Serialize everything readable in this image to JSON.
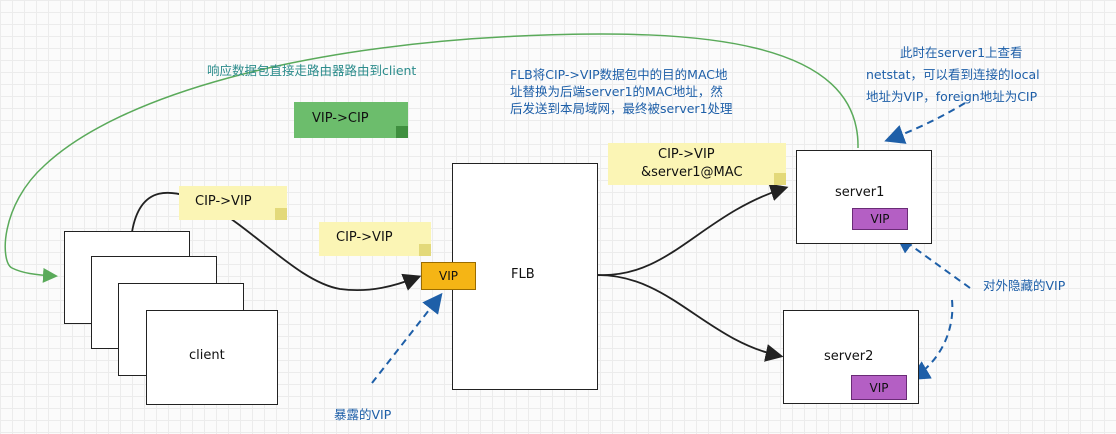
{
  "client": {
    "label": "client"
  },
  "flb": {
    "label": "FLB",
    "vip": "VIP"
  },
  "server1": {
    "label": "server1",
    "vip": "VIP"
  },
  "server2": {
    "label": "server2",
    "vip": "VIP"
  },
  "notes": {
    "vip_to_cip": "VIP->CIP",
    "cip_to_vip_1": "CIP->VIP",
    "cip_to_vip_2": "CIP->VIP",
    "cip_vip_mac_line1": "CIP->VIP",
    "cip_vip_mac_line2": "&server1@MAC"
  },
  "annotations": {
    "response_direct": "响应数据包直接走路由器路由到client",
    "flb_explain_1": "FLB将CIP->VIP数据包中的目的MAC地",
    "flb_explain_2": "址替换为后端server1的MAC地址，然",
    "flb_explain_3": "后发送到本局域网，最终被server1处理",
    "netstat_1": "此时在server1上查看",
    "netstat_2": "netstat，可以看到连接的local",
    "netstat_3": "地址为VIP，foreign地址为CIP",
    "hidden_vip": "对外隐藏的VIP",
    "exposed_vip": "暴露的VIP"
  },
  "colors": {
    "vip_flb": "#f5b515",
    "vip_server": "#b45fc4",
    "note_yellow": "#fbf5b5",
    "note_green": "#6cbd6c",
    "annotation_blue": "#1e5fa8",
    "response_line": "#5aaa5a"
  }
}
